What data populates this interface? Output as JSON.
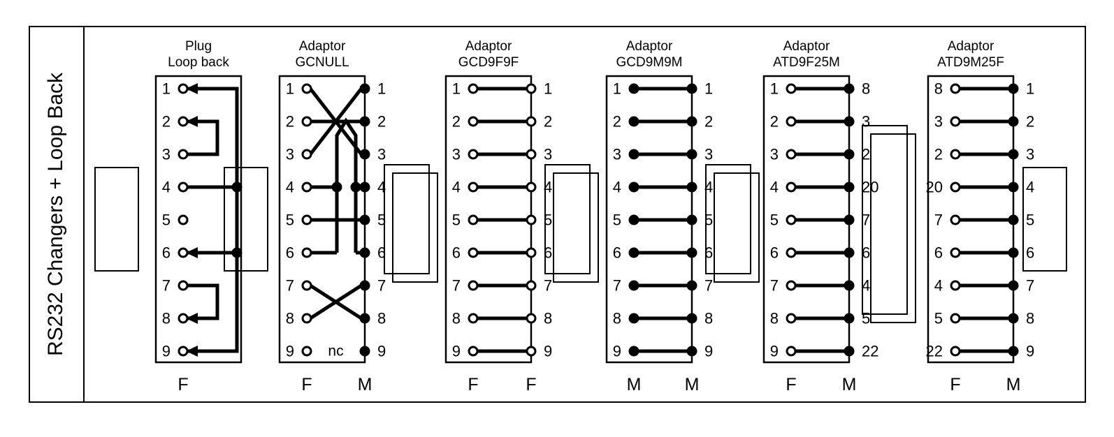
{
  "diagram": {
    "side_label": "RS232 Changers + Loop Back",
    "colors": {
      "ink": "#000000",
      "background": "#ffffff"
    },
    "pin_count": 9,
    "panels": [
      {
        "id": "plug-loop-back",
        "title_line1": "Plug",
        "title_line2": "Loop back",
        "left_gender": "F",
        "right_gender": "",
        "left_pins": [
          "1",
          "2",
          "3",
          "4",
          "5",
          "6",
          "7",
          "8",
          "9"
        ],
        "right_pins": [],
        "left_marker": "hollow",
        "right_marker": "none",
        "wiring_style": "loopback",
        "note": "",
        "connections": [
          {
            "from": "2",
            "to": "3",
            "type": "bracket-right"
          },
          {
            "from": "7",
            "to": "8",
            "type": "bracket-right"
          },
          {
            "from": "4",
            "to": "1",
            "type": "bus-arrow"
          },
          {
            "from": "4",
            "to": "6",
            "type": "bus-arrow"
          },
          {
            "from": "4",
            "to": "9",
            "type": "bus-arrow"
          }
        ]
      },
      {
        "id": "gcnull",
        "title_line1": "Adaptor",
        "title_line2": "GCNULL",
        "left_gender": "F",
        "right_gender": "M",
        "left_pins": [
          "1",
          "2",
          "3",
          "4",
          "5",
          "6",
          "7",
          "8",
          "9"
        ],
        "right_pins": [
          "1",
          "2",
          "3",
          "4",
          "5",
          "6",
          "7",
          "8",
          "9"
        ],
        "left_marker": "hollow",
        "right_marker": "solid",
        "wiring_style": "null-modem",
        "note": "nc",
        "connections": [
          {
            "from": "1",
            "to": "2",
            "type": "cross"
          },
          {
            "from": "2",
            "to": "3",
            "type": "cross"
          },
          {
            "from": "3",
            "to": "1",
            "type": "cross"
          },
          {
            "from": "4",
            "to": "6",
            "type": "handshake-bus"
          },
          {
            "from": "6",
            "to": "4",
            "type": "handshake-bus"
          },
          {
            "from": "5",
            "to": "5",
            "type": "straight"
          },
          {
            "from": "7",
            "to": "8",
            "type": "cross"
          },
          {
            "from": "8",
            "to": "7",
            "type": "cross"
          },
          {
            "from": "9",
            "to": "9",
            "type": "not-connected"
          }
        ]
      },
      {
        "id": "gcd9f9f",
        "title_line1": "Adaptor",
        "title_line2": "GCD9F9F",
        "left_gender": "F",
        "right_gender": "F",
        "left_pins": [
          "1",
          "2",
          "3",
          "4",
          "5",
          "6",
          "7",
          "8",
          "9"
        ],
        "right_pins": [
          "1",
          "2",
          "3",
          "4",
          "5",
          "6",
          "7",
          "8",
          "9"
        ],
        "left_marker": "hollow",
        "right_marker": "hollow",
        "wiring_style": "straight",
        "note": ""
      },
      {
        "id": "gcd9m9m",
        "title_line1": "Adaptor",
        "title_line2": "GCD9M9M",
        "left_gender": "M",
        "right_gender": "M",
        "left_pins": [
          "1",
          "2",
          "3",
          "4",
          "5",
          "6",
          "7",
          "8",
          "9"
        ],
        "right_pins": [
          "1",
          "2",
          "3",
          "4",
          "5",
          "6",
          "7",
          "8",
          "9"
        ],
        "left_marker": "solid",
        "right_marker": "solid",
        "wiring_style": "straight",
        "note": ""
      },
      {
        "id": "atd9f25m",
        "title_line1": "Adaptor",
        "title_line2": "ATD9F25M",
        "left_gender": "F",
        "right_gender": "M",
        "left_pins": [
          "1",
          "2",
          "3",
          "4",
          "5",
          "6",
          "7",
          "8",
          "9"
        ],
        "right_pins": [
          "8",
          "3",
          "2",
          "20",
          "7",
          "6",
          "4",
          "5",
          "22"
        ],
        "left_marker": "hollow",
        "right_marker": "solid",
        "wiring_style": "straight",
        "note": ""
      },
      {
        "id": "atd9m25f",
        "title_line1": "Adaptor",
        "title_line2": "ATD9M25F",
        "left_gender": "F",
        "right_gender": "M",
        "left_pins": [
          "8",
          "3",
          "2",
          "20",
          "7",
          "6",
          "4",
          "5",
          "22"
        ],
        "right_pins": [
          "1",
          "2",
          "3",
          "4",
          "5",
          "6",
          "7",
          "8",
          "9"
        ],
        "left_marker": "hollow",
        "right_marker": "solid",
        "wiring_style": "straight",
        "note": ""
      }
    ]
  }
}
